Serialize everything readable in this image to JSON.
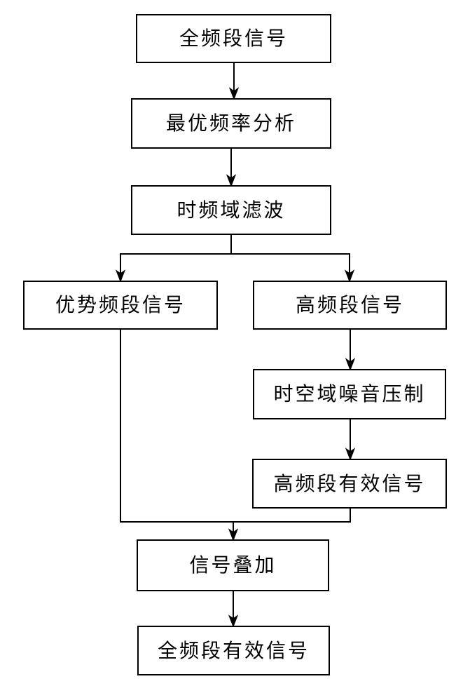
{
  "diagram": {
    "type": "flowchart",
    "colors": {
      "background": "#ffffff",
      "box_border": "#000000",
      "line": "#000000",
      "text": "#000000"
    },
    "nodes": [
      {
        "id": "full-band-signal",
        "label": "全频段信号"
      },
      {
        "id": "optimal-frequency-analysis",
        "label": "最优频率分析"
      },
      {
        "id": "time-frequency-filtering",
        "label": "时频域滤波"
      },
      {
        "id": "dominant-band-signal",
        "label": "优势频段信号"
      },
      {
        "id": "high-band-signal",
        "label": "高频段信号"
      },
      {
        "id": "time-space-noise-suppression",
        "label": "时空域噪音压制"
      },
      {
        "id": "high-band-effective-signal",
        "label": "高频段有效信号"
      },
      {
        "id": "signal-stacking",
        "label": "信号叠加"
      },
      {
        "id": "full-band-effective-signal",
        "label": "全频段有效信号"
      }
    ],
    "edges": [
      {
        "from": "全频段信号",
        "to": "最优频率分析"
      },
      {
        "from": "最优频率分析",
        "to": "时频域滤波"
      },
      {
        "from": "时频域滤波",
        "to": "优势频段信号"
      },
      {
        "from": "时频域滤波",
        "to": "高频段信号"
      },
      {
        "from": "高频段信号",
        "to": "时空域噪音压制"
      },
      {
        "from": "时空域噪音压制",
        "to": "高频段有效信号"
      },
      {
        "from": "优势频段信号",
        "to": "信号叠加"
      },
      {
        "from": "高频段有效信号",
        "to": "信号叠加"
      },
      {
        "from": "信号叠加",
        "to": "全频段有效信号"
      }
    ]
  }
}
